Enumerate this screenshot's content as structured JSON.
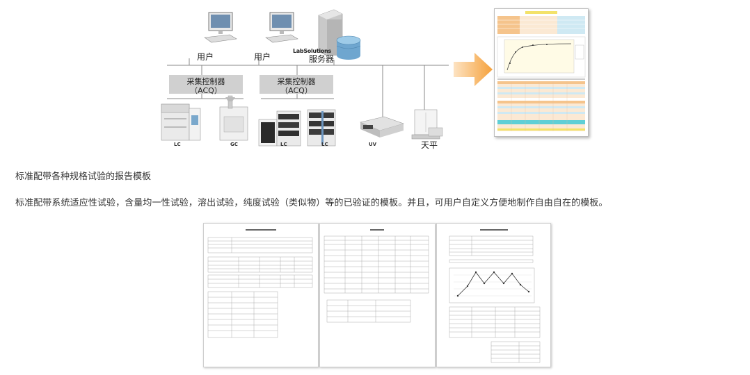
{
  "diagram": {
    "users": [
      "用户",
      "用户"
    ],
    "server_brand": "LabSolutions",
    "server_label": "服务器",
    "acq_title": "采集控制器",
    "acq_sub": "（ACQ）",
    "instruments": [
      "LC",
      "GC",
      "LC",
      "LC",
      "UV",
      "天平"
    ]
  },
  "content": {
    "heading": "标准配带各种规格试验的报告模板",
    "description": "标准配带系统适应性试验，含量均一性试验，溶出试验，纯度试验（类似物）等的已验证的模板。并且，可用户自定义方便地制作自由自在的模板。"
  },
  "colors": {
    "arrow": "#f5a13c",
    "acq_box": "#d0d0d0"
  }
}
